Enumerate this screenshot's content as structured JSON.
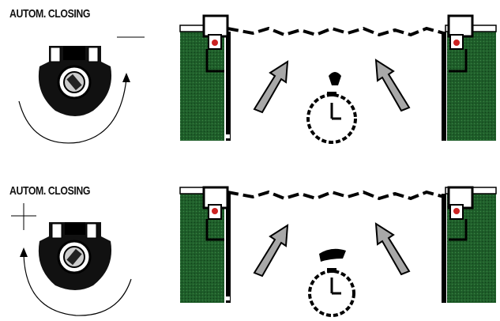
{
  "panels": [
    {
      "label": "AUTOM. CLOSING",
      "mark": "minus"
    },
    {
      "label": "AUTOM. CLOSING",
      "mark": "plus"
    }
  ],
  "colors": {
    "grass": "#1f5e2a",
    "arrow": "#a8a8a8",
    "light": "#cc2222",
    "ink": "#000000"
  },
  "icons": [
    "key-switch-icon",
    "rotation-arrow-icon",
    "gate-arrow-icon",
    "timer-clock-icon"
  ]
}
